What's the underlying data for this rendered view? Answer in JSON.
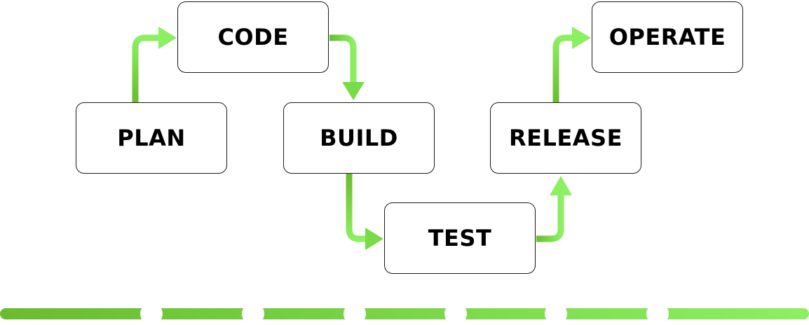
{
  "stages": [
    {
      "id": "plan",
      "label": "PLAN"
    },
    {
      "id": "code",
      "label": "CODE"
    },
    {
      "id": "build",
      "label": "BUILD"
    },
    {
      "id": "test",
      "label": "TEST"
    },
    {
      "id": "release",
      "label": "RELEASE"
    },
    {
      "id": "operate",
      "label": "OPERATE"
    }
  ],
  "colors": {
    "arrow_dark": "#69BC2E",
    "arrow_light": "#8CF060",
    "box_border": "#1a1a1a",
    "text": "#000000"
  }
}
